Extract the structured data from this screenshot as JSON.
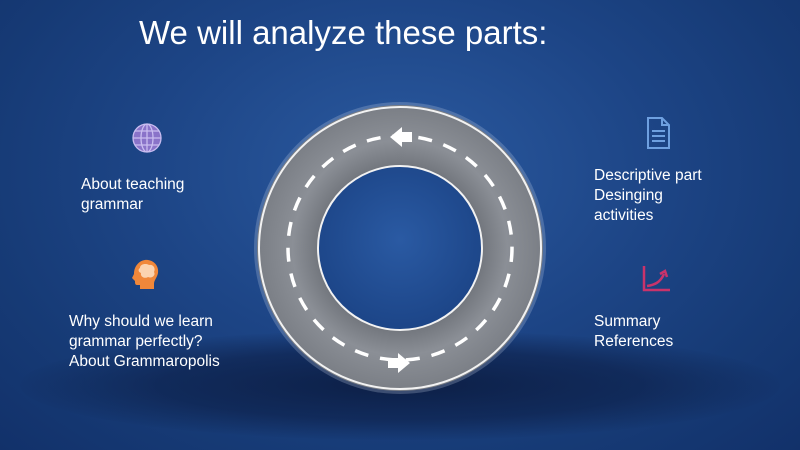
{
  "slide": {
    "title": "We will analyze these parts:",
    "sections": [
      {
        "icon": "globe-icon",
        "lines": [
          "About teaching",
          "grammar"
        ]
      },
      {
        "icon": "head-brain-icon",
        "lines": [
          "Why should we learn",
          "grammar perfectly?",
          "About Grammaropolis"
        ]
      },
      {
        "icon": "document-icon",
        "lines": [
          "Descriptive part",
          "Desinging",
          "activities"
        ]
      },
      {
        "icon": "line-chart-icon",
        "lines": [
          "Summary",
          "References"
        ]
      }
    ]
  },
  "colors": {
    "background": "#1d4586",
    "globe_icon": "#8a73c9",
    "head_icon": "#f0873a",
    "document_icon": "#6ea0e0",
    "chart_icon": "#c9336b"
  }
}
